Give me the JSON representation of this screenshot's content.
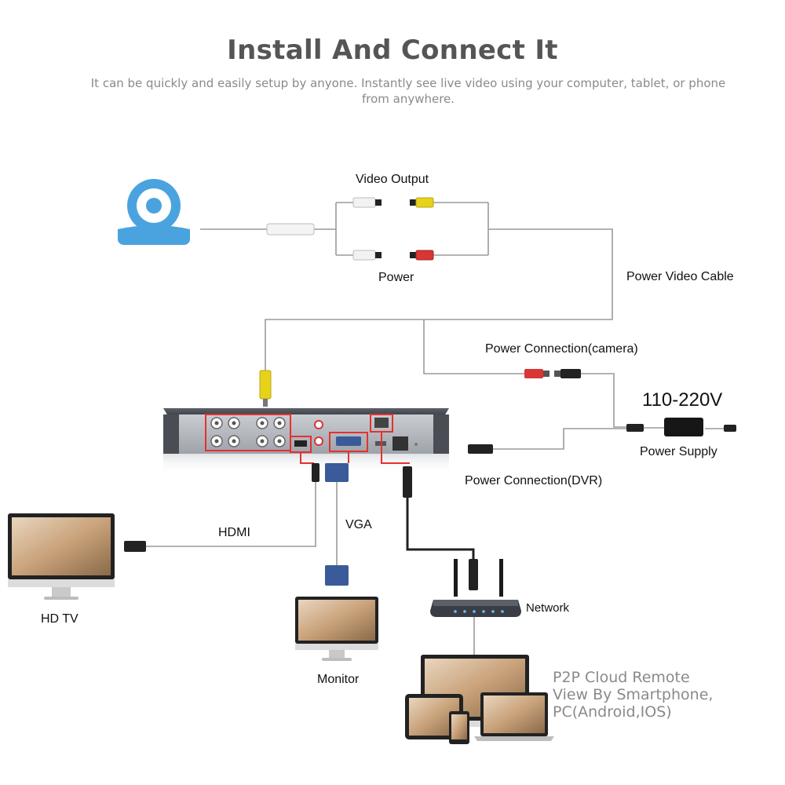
{
  "header": {
    "title": "Install And Connect It",
    "subtitle": "It can be quickly and easily setup by anyone. Instantly see live video using your computer, tablet, or phone from anywhere."
  },
  "labels": {
    "video_output": "Video Output",
    "power": "Power",
    "power_video_cable": "Power Video Cable",
    "power_connection_camera": "Power Connection(camera)",
    "voltage": "110-220V",
    "power_supply": "Power Supply",
    "power_connection_dvr": "Power Connection(DVR)",
    "hdmi": "HDMI",
    "vga": "VGA",
    "hd_tv": "HD TV",
    "monitor": "Monitor",
    "network": "Network",
    "p2p_line1": "P2P Cloud Remote",
    "p2p_line2": "View By Smartphone,",
    "p2p_line3": "PC(Android,IOS)"
  },
  "icons": {
    "camera": "camera-icon",
    "dvr": "dvr-recorder",
    "router": "router-icon",
    "tv": "hd-tv-icon",
    "monitor": "monitor-icon",
    "devices": "multi-device-icon"
  },
  "colors": {
    "camera_blue": "#4aa3df",
    "bnc_yellow": "#e7d21a",
    "dc_red": "#d93535",
    "vga_blue": "#3b5a9a",
    "highlight_red": "#e53030",
    "cable_gray": "#9a9a9a"
  }
}
